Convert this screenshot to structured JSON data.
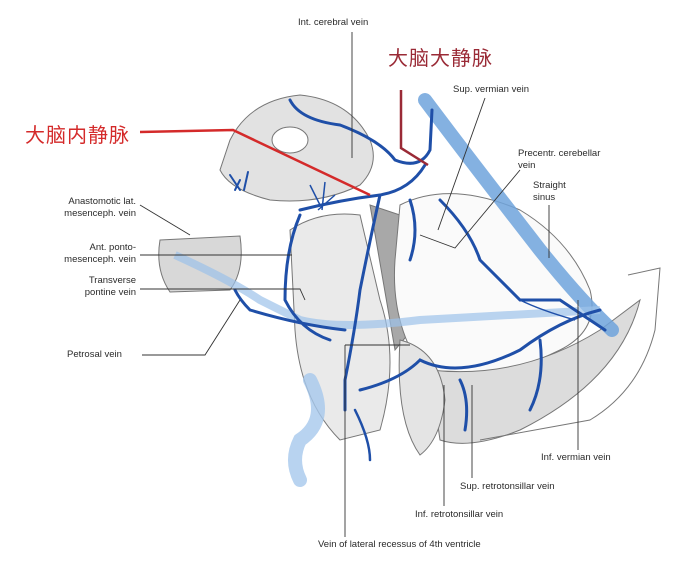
{
  "labels": {
    "int_cerebral_vein": "Int. cerebral vein",
    "great_cerebral_vein_cn": "大脑大静脉",
    "internal_cerebral_vein_cn": "大脑内静脉",
    "sup_vermian_vein": "Sup. vermian vein",
    "precentral_cerebellar_vein_1": "Precentr. cerebellar",
    "precentral_cerebellar_vein_2": "vein",
    "straight_sinus_1": "Straight",
    "straight_sinus_2": "sinus",
    "anastomotic_1": "Anastomotic lat.",
    "anastomotic_2": "mesenceph. vein",
    "ant_ponto_1": "Ant. ponto-",
    "ant_ponto_2": "mesenceph. vein",
    "transverse_pontine_1": "Transverse",
    "transverse_pontine_2": "pontine vein",
    "petrosal_vein": "Petrosal vein",
    "inf_vermian_vein": "Inf. vermian vein",
    "sup_retrotonsillar_vein": "Sup. retrotonsillar vein",
    "inf_retrotonsillar_vein": "Inf. retrotonsillar vein",
    "vein_lateral_recessus": "Vein of lateral recessus of 4th ventricle"
  },
  "colors": {
    "vein": "#1f4fa8",
    "sinus": "#6fa3dc",
    "cn_red": "#d42a2a",
    "cn_darkred": "#9a2a36"
  }
}
